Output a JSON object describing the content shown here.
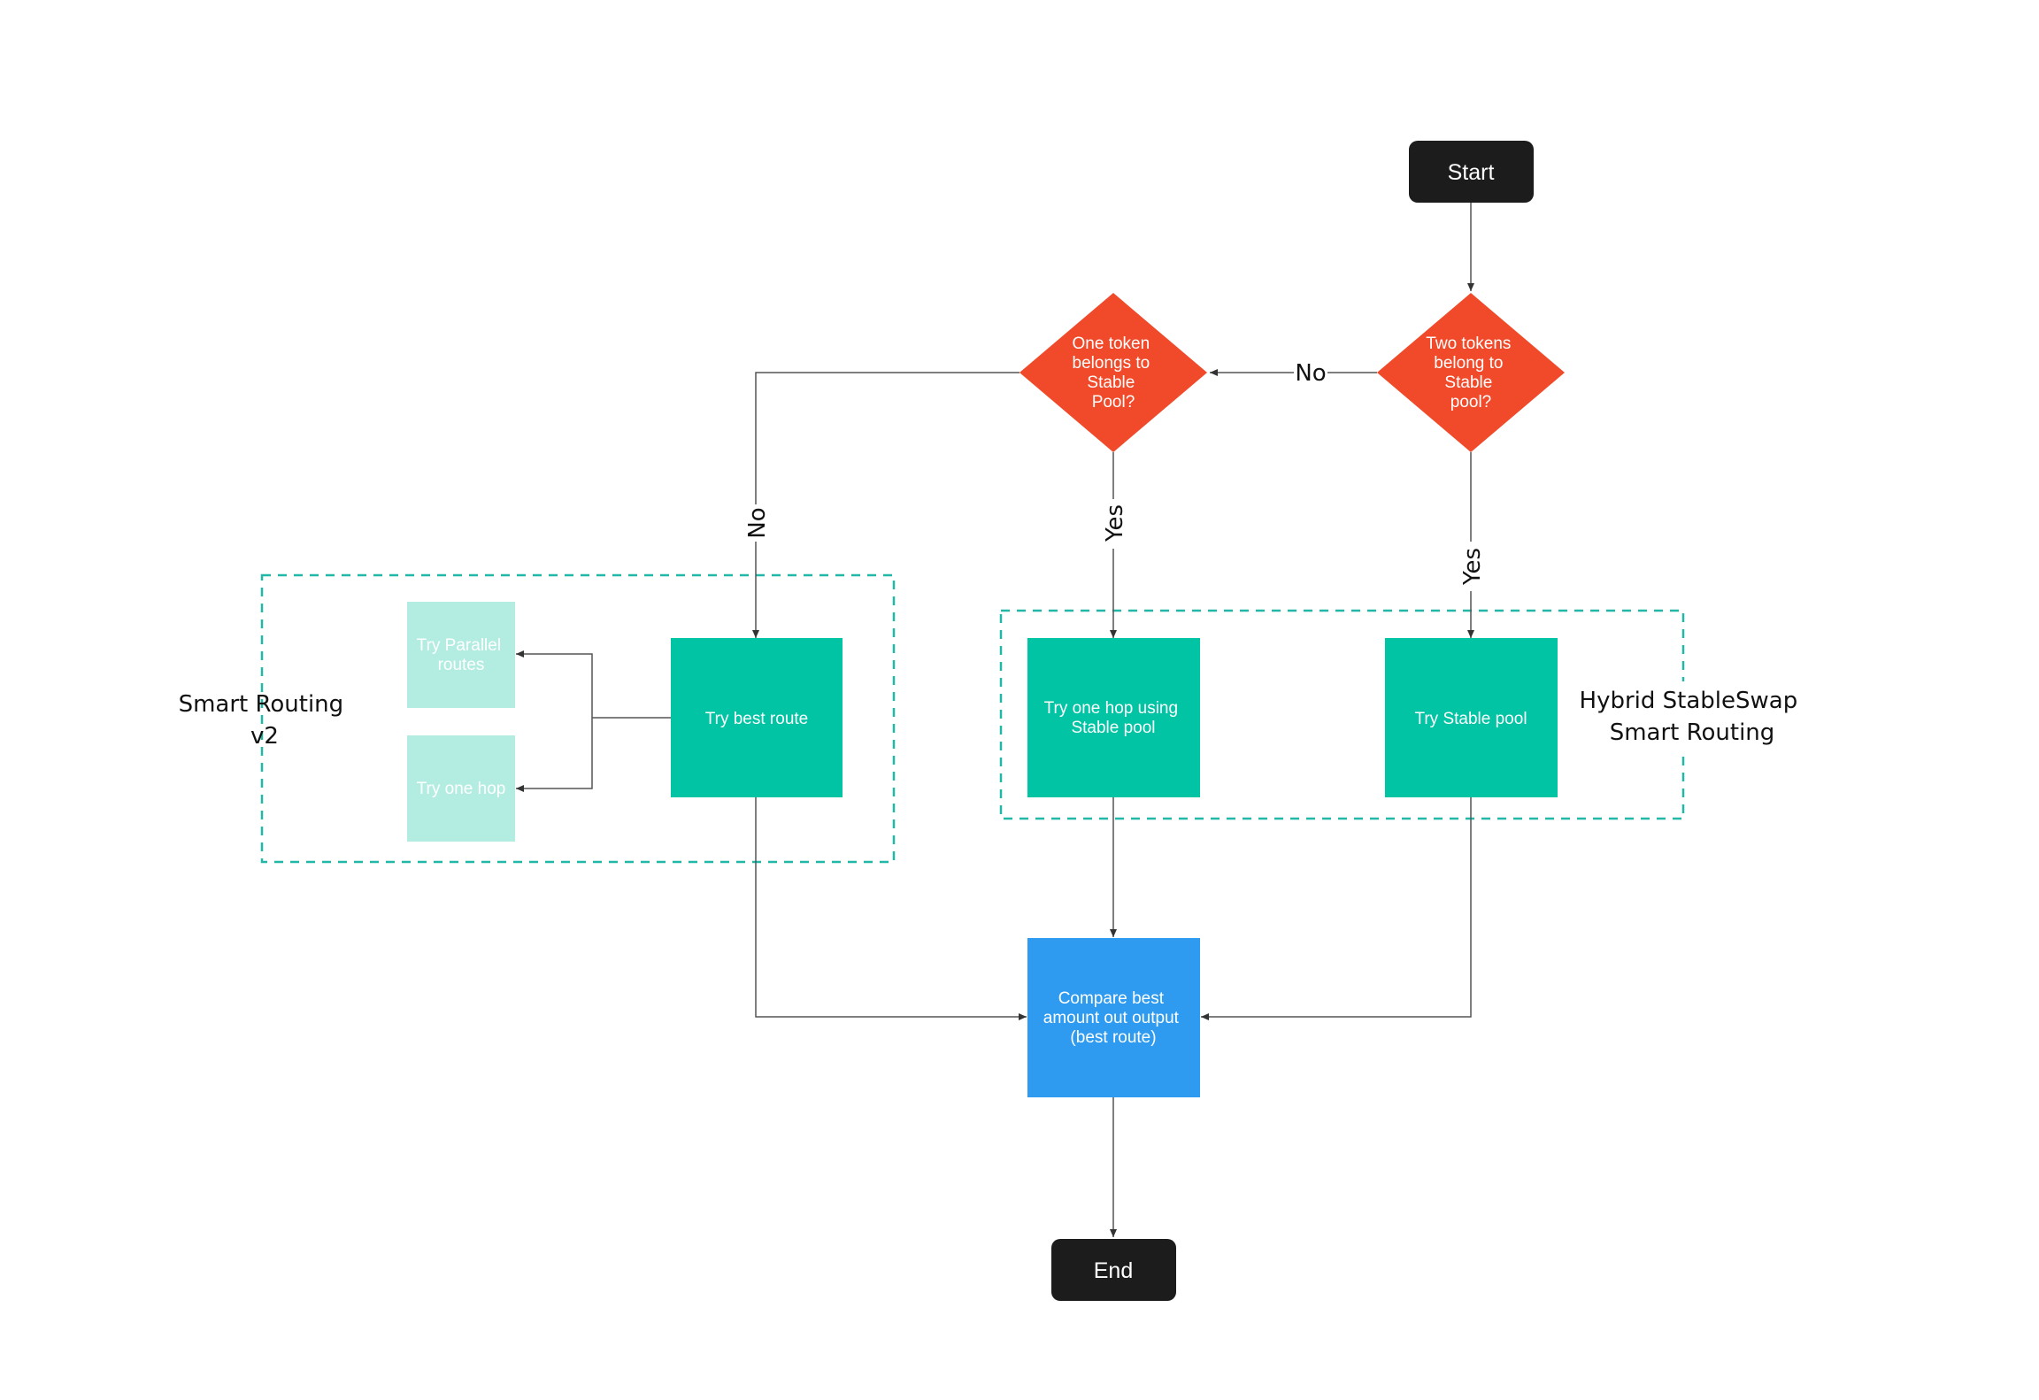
{
  "diagram": {
    "colors": {
      "terminal": "#1c1c1c",
      "decision": "#f04a2a",
      "process": "#00c4a3",
      "process_faded": "#b3ede2",
      "result": "#2f9bf0",
      "group_border": "#22b8a7"
    },
    "nodes": {
      "start": "Start",
      "two_tokens": [
        "Two tokens",
        "belong to",
        "Stable",
        "pool?"
      ],
      "one_token": [
        "One token",
        "belongs to",
        "Stable",
        "Pool?"
      ],
      "try_parallel": [
        "Try Parallel",
        "routes"
      ],
      "try_one_hop": [
        "Try one hop"
      ],
      "try_best_route": [
        "Try best route"
      ],
      "try_one_hop_stable": [
        "Try one hop using",
        "Stable pool"
      ],
      "try_stable_pool": [
        "Try Stable pool"
      ],
      "compare": [
        "Compare best",
        "amount out output",
        "(best route)"
      ],
      "end": "End"
    },
    "edge_labels": {
      "two_no": "No",
      "one_no": "No",
      "one_yes": "Yes",
      "two_yes": "Yes"
    },
    "groups": {
      "smart_routing": [
        "Smart Routing",
        "v2"
      ],
      "hybrid": [
        "Hybrid StableSwap",
        "Smart Routing"
      ]
    }
  }
}
